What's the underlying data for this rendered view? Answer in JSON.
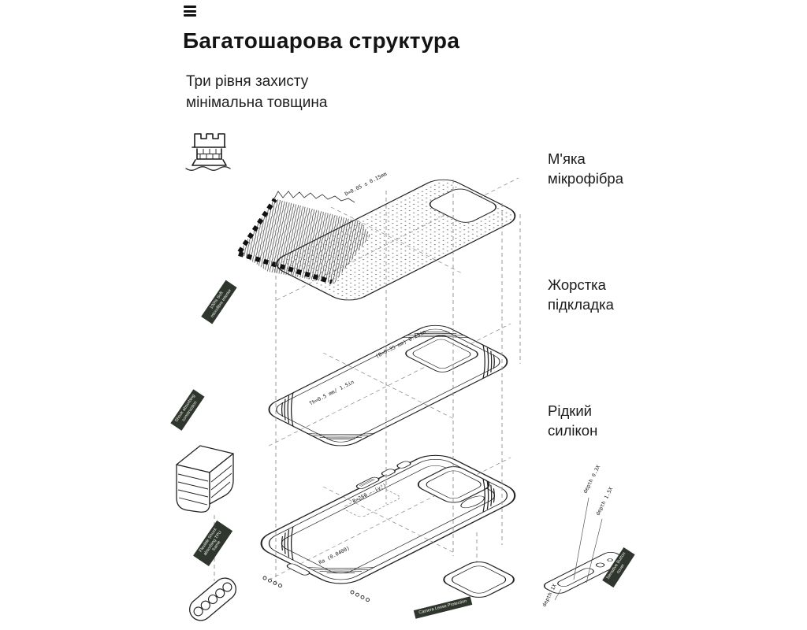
{
  "header": {
    "title": "Багатошарова структура",
    "subtitle_line1": "Три рівня захисту",
    "subtitle_line2": "мінімальна товщина"
  },
  "layer_labels": {
    "microfiber": "М'яка мікрофібра",
    "hard_shell": "Жорстка підкладка",
    "silicone": "Рідкий силікон"
  },
  "stamps": {
    "microfibre": "100% Soft microfibre interior",
    "shock": "Shock absorbing construction",
    "tpu": "Flexible Shock absorbing TPU frame",
    "camera": "Camera Lense Protection",
    "button": "Sensitive Button cover"
  },
  "dimensions": {
    "d1": "D=0.05 ± 0.15mm",
    "d2": "(B=0.35 mm)  0.25in",
    "d3": "Th=0.5 mm/ 1.5in",
    "d4": "R=250 - (y²)",
    "d5": "Ra (0.0400)",
    "depth_03": "depth 0.3X",
    "depth_15": "depth 1.5X",
    "depth_1": "depth 1X"
  },
  "icons": {
    "menu": "hamburger-icon",
    "tower": "protection-tower-icon"
  },
  "colors": {
    "ink": "#1a1a1a",
    "line": "#222222",
    "dash": "#8f8f8f",
    "stamp_bg": "#2f362e"
  }
}
